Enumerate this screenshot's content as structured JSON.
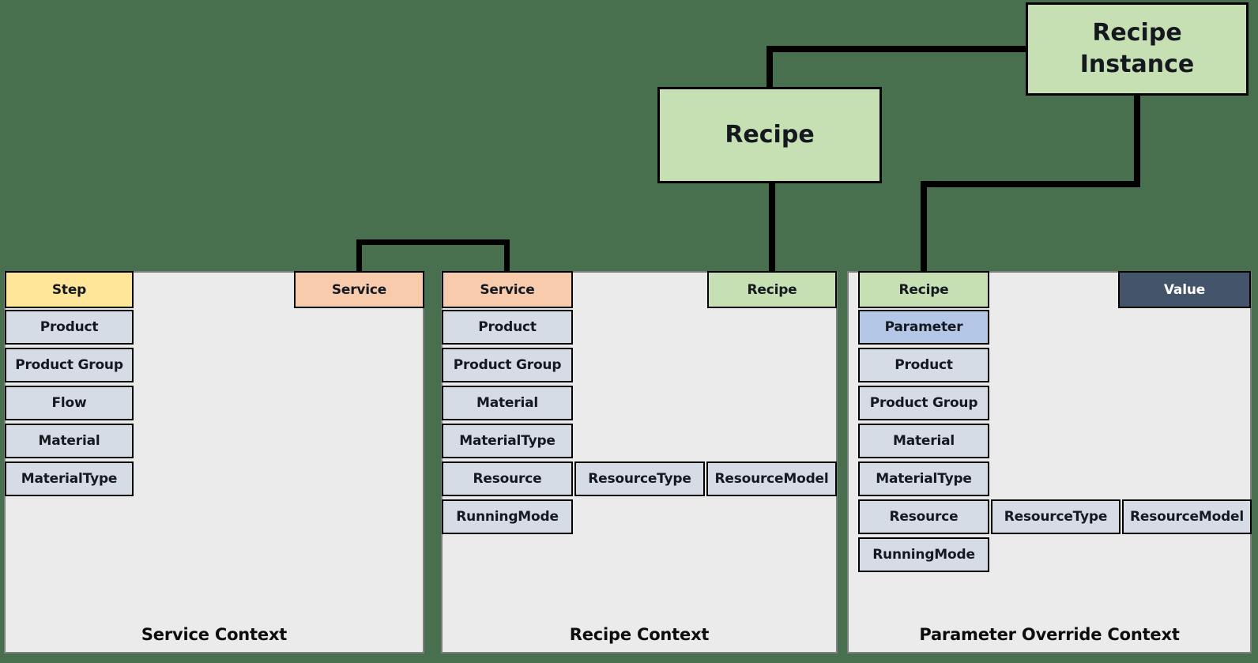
{
  "diagram": {
    "background_color": "#48704F",
    "panel_color": "#EBEBEB",
    "panel_border_color": "#7F7F7F",
    "cell_border_color": "#000000",
    "colors": {
      "default_cell": "#D6DCE5",
      "yellow": "#FFE699",
      "orange": "#F8CBAD",
      "green": "#C6E0B4",
      "blue": "#B4C7E7",
      "dark_slate": "#44546A",
      "dark_slate_text": "#FFFFFF"
    }
  },
  "boxes": {
    "recipe_instance": "Recipe Instance",
    "recipe": "Recipe"
  },
  "panels": {
    "service": {
      "title": "Service Context",
      "step": "Step",
      "service": "Service",
      "rows": [
        "Product",
        "Product Group",
        "Flow",
        "Material",
        "MaterialType"
      ]
    },
    "recipe": {
      "title": "Recipe Context",
      "service": "Service",
      "recipe": "Recipe",
      "rows": [
        "Product",
        "Product Group",
        "Material",
        "MaterialType",
        "Resource",
        "RunningMode"
      ],
      "resource_type": "ResourceType",
      "resource_model": "ResourceModel"
    },
    "parameter_override": {
      "title": "Parameter Override Context",
      "recipe": "Recipe",
      "value": "Value",
      "rows": [
        "Parameter",
        "Product",
        "Product Group",
        "Material",
        "MaterialType",
        "Resource",
        "RunningMode"
      ],
      "resource_type": "ResourceType",
      "resource_model": "ResourceModel"
    }
  },
  "connectors": [
    {
      "from": "recipe-box",
      "to": "recipe-instance-box"
    },
    {
      "from": "recipe-box",
      "to": "recipe-context-recipe-cell"
    },
    {
      "from": "recipe-instance-box",
      "to": "parameter-override-recipe-cell"
    },
    {
      "from": "service-context-service-cell",
      "to": "recipe-context-service-cell"
    }
  ]
}
